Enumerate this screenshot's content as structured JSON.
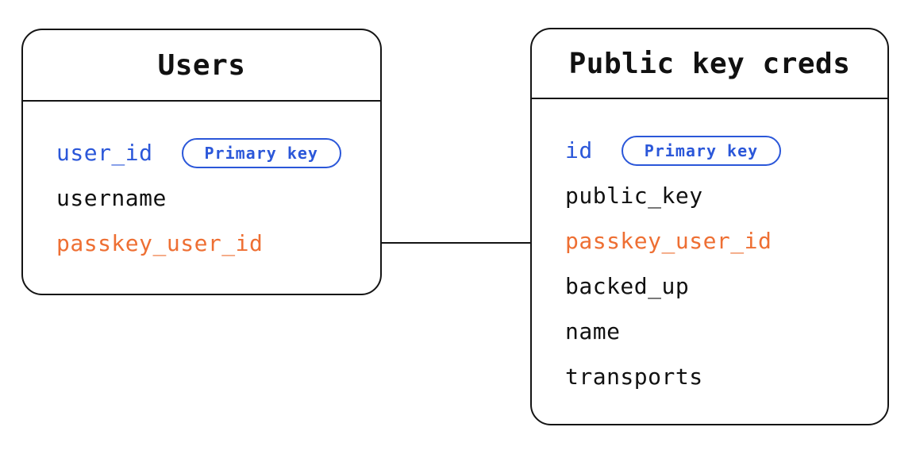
{
  "diagram": {
    "background": "#ffffff",
    "stroke_color": "#141414",
    "colors": {
      "blue": "#2b57d9",
      "orange": "#ee6f33",
      "default": "#111111"
    },
    "badge_label": "Primary key",
    "tables": [
      {
        "key": "users",
        "title": "Users",
        "fields": [
          {
            "name": "user_id",
            "color": "blue",
            "badge": "Primary key"
          },
          {
            "name": "username",
            "color": "default",
            "badge": null
          },
          {
            "name": "passkey_user_id",
            "color": "orange",
            "badge": null
          }
        ]
      },
      {
        "key": "public-key-creds",
        "title": "Public key creds",
        "fields": [
          {
            "name": "id",
            "color": "blue",
            "badge": "Primary key"
          },
          {
            "name": "public_key",
            "color": "default",
            "badge": null
          },
          {
            "name": "passkey_user_id",
            "color": "orange",
            "badge": null
          },
          {
            "name": "backed_up",
            "color": "default",
            "badge": null
          },
          {
            "name": "name",
            "color": "default",
            "badge": null
          },
          {
            "name": "transports",
            "color": "default",
            "badge": null
          }
        ]
      }
    ],
    "relationship": {
      "from": "Users.passkey_user_id",
      "to": "Public key creds.passkey_user_id"
    }
  }
}
